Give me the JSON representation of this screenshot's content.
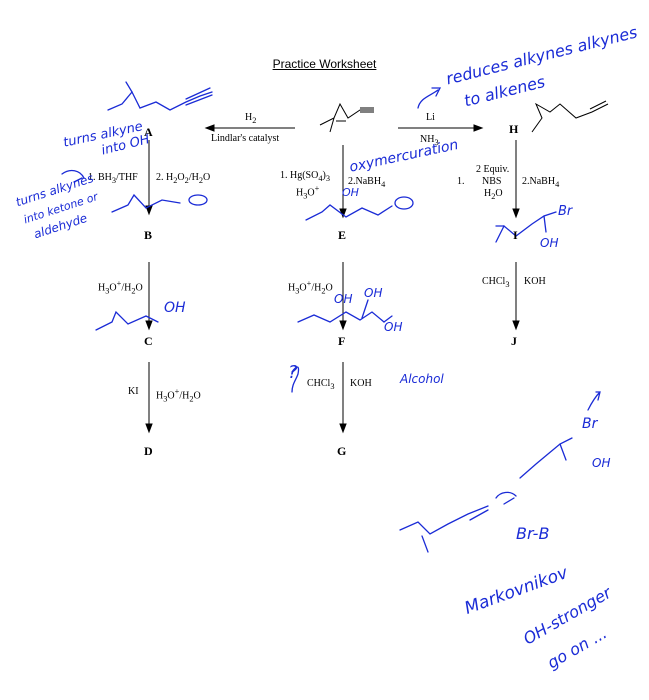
{
  "title": "Practice Worksheet",
  "labels": {
    "A": "A",
    "B": "B",
    "C": "C",
    "D": "D",
    "E": "E",
    "F": "F",
    "G": "G",
    "H": "H",
    "I": "I",
    "J": "J"
  },
  "reagents": {
    "a_top": "H",
    "a_top_sub": "2",
    "a_bottom": "Lindlar's catalyst",
    "h_top": "Li",
    "h_bottom": "NH",
    "h_bottom_sub": "3",
    "ab_1": "1. BH",
    "ab_1_sub": "3",
    "ab_1_rest": "/THF",
    "ab_2": "2. H",
    "ab_2_sub1": "2",
    "ab_2_mid": "O",
    "ab_2_sub2": "2",
    "ab_2_rest": "/H",
    "ab_2_sub3": "2",
    "ab_2_end": "O",
    "e_1": "1. Hg(SO",
    "e_1_sub": "4",
    "e_1_rest": ")",
    "e_1_sub2": "3",
    "e_1b": "H",
    "e_1b_sub": "3",
    "e_1b_rest": "O",
    "e_1b_sup": "+",
    "e_2": "2.NaBH",
    "e_2_sub": "4",
    "i_1a": "2 Equiv.",
    "i_1num": "1.",
    "i_1b": "NBS",
    "i_1c": "H",
    "i_1c_sub": "2",
    "i_1c_rest": "O",
    "i_2": "2.NaBH",
    "i_2_sub": "4",
    "bc": "H",
    "bc_sub": "3",
    "bc_rest": "O",
    "bc_sup": "+",
    "bc_end": "/H",
    "bc_sub2": "2",
    "bc_end2": "O",
    "ef": "H",
    "ef_sub": "3",
    "ef_rest": "O",
    "ef_sup": "+",
    "ef_end": "/H",
    "ef_sub2": "2",
    "ef_end2": "O",
    "ij_1": "CHCl",
    "ij_1_sub": "3",
    "ij_2": "KOH",
    "cd_1": "KI",
    "cd_2": "H",
    "cd_2_sub": "3",
    "cd_2_rest": "O",
    "cd_2_sup": "+",
    "cd_2_end": "/H",
    "cd_2_sub2": "2",
    "cd_2_end2": "O",
    "fg_1": "CHCl",
    "fg_1_sub": "3",
    "fg_2": "KOH"
  },
  "handwriting": {
    "note_reduces": "reduces alkynes alkynes",
    "note_to_alkenes": "to alkenes",
    "note_turns_alkyne": "turns alkyne",
    "note_into_oh": "into OH",
    "note_turns_alkynes2": "turns alkynes",
    "note_into_ketone": "into ketone or",
    "note_aldehyde": "aldehyde",
    "note_oxymercuration": "oxymercuration",
    "note_oh_e": "OH",
    "note_oh_c": "OH",
    "note_oh_f1": "OH",
    "note_oh_f2": "OH",
    "note_oh_f3": "OH",
    "note_br_i": "Br",
    "note_oh_i": "OH",
    "note_q": "?",
    "note_alcohol": "Alcohol",
    "note_br_lower": "Br",
    "note_oh_lower": "OH",
    "note_brb": "Br-B",
    "note_markovnikov": "Markovnikov",
    "note_oh_stronger": "OH-stronger",
    "note_go_on": "go on ..."
  },
  "colors": {
    "ink": "#000000",
    "pen": "#1a2bd6"
  }
}
